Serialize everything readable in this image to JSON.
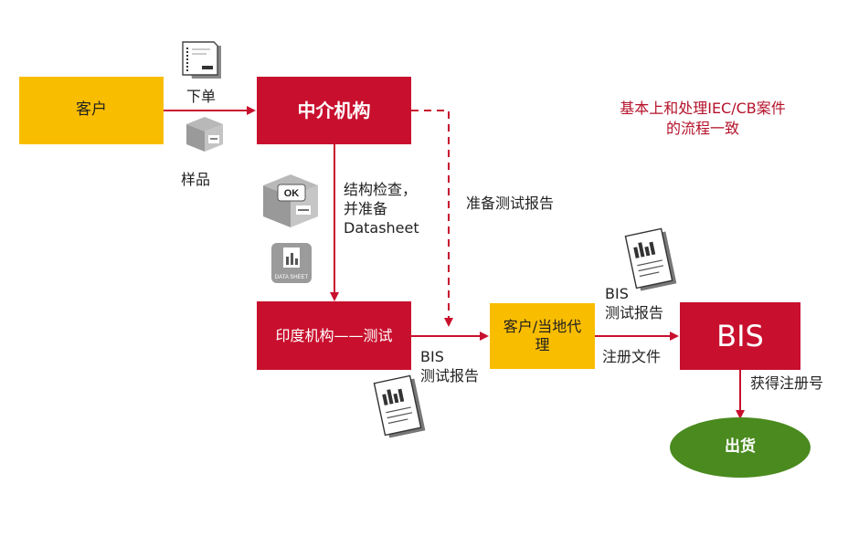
{
  "nodes": {
    "customer": "客户",
    "agency": "中介机构",
    "india_lab": "印度机构——测试",
    "customer_agent": "客户/当地代理",
    "bis": "BIS",
    "ship": "出货"
  },
  "edges": {
    "order": "下单",
    "sample": "样品",
    "check_line1": "结构检查，",
    "check_line2": "并准备",
    "check_line3": "Datasheet",
    "prepare_report": "准备测试报告",
    "report1_line1": "BIS",
    "report1_line2": "测试报告",
    "report2_line1": "BIS",
    "report2_line2": "测试报告",
    "register_docs": "注册文件",
    "get_reg_no": "获得注册号"
  },
  "note": {
    "line1": "基本上和处理IEC/CB案件",
    "line2": "的流程一致"
  },
  "icons": {
    "ok_label": "OK",
    "datasheet_label": "DATA SHEET"
  },
  "colors": {
    "red": "#c8102e",
    "yellow": "#f9bd00",
    "green": "#4a8a1e"
  }
}
